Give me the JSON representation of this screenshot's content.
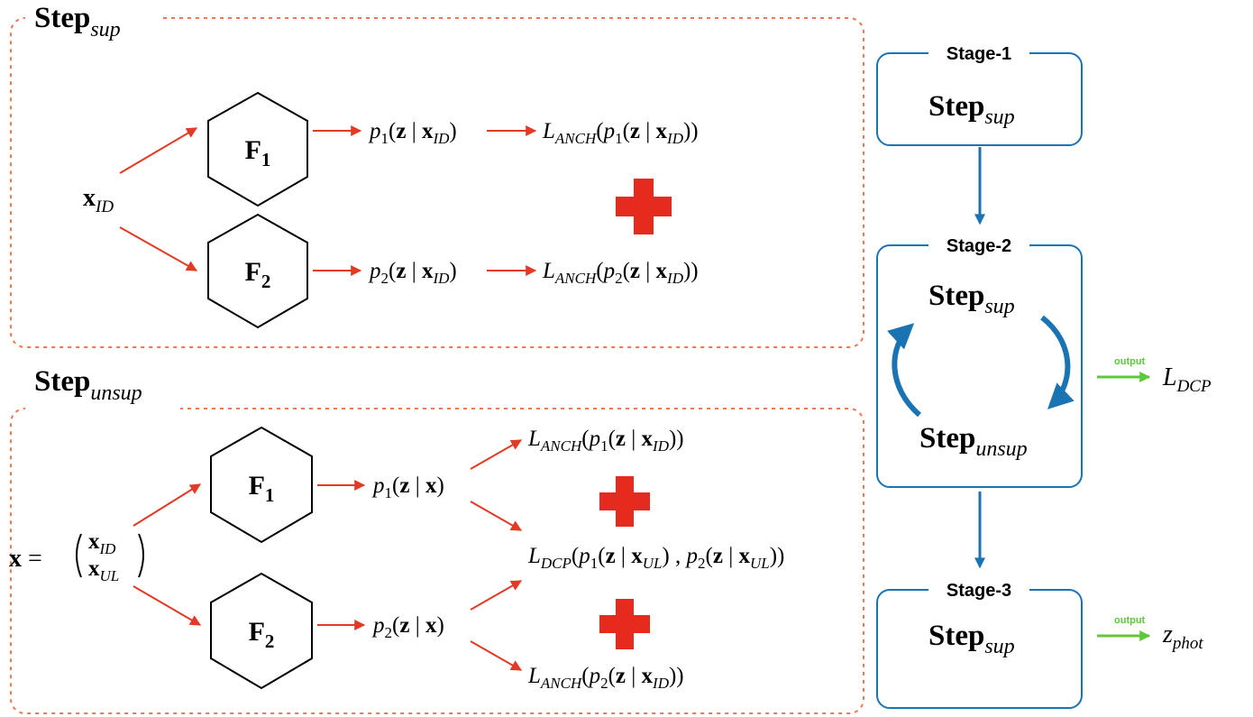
{
  "colors": {
    "red_arrow": "#e23a25",
    "red_plus": "#e62b1e",
    "dotted_border": "#f07856",
    "blue": "#1a73b3",
    "green": "#5cc83b",
    "black": "#000000"
  },
  "icons": {
    "network_node": "hexagon",
    "combine": "plus-sign",
    "flow": "arrow",
    "loop": "curved-arrows"
  },
  "step_sup": {
    "title_main": "Step",
    "title_sub": "sup",
    "input": {
      "base": "x",
      "sub": "ID"
    },
    "f1": {
      "base": "F",
      "sub": "1"
    },
    "f2": {
      "base": "F",
      "sub": "2"
    },
    "p1": {
      "p": "p",
      "ps": "1",
      "lhs": "(",
      "z": "z",
      "bar": " | ",
      "x": "x",
      "xs": "ID",
      "rhs": ")"
    },
    "p2": {
      "p": "p",
      "ps": "2",
      "lhs": "(",
      "z": "z",
      "bar": " | ",
      "x": "x",
      "xs": "ID",
      "rhs": ")"
    },
    "loss1": {
      "L": "L",
      "Ls": "ANCH",
      "open": "(",
      "p": "p",
      "ps": "1",
      "lhs": "(",
      "z": "z",
      "bar": " | ",
      "x": "x",
      "xs": "ID",
      "close": "))"
    },
    "loss2": {
      "L": "L",
      "Ls": "ANCH",
      "open": "(",
      "p": "p",
      "ps": "2",
      "lhs": "(",
      "z": "z",
      "bar": " | ",
      "x": "x",
      "xs": "ID",
      "close": "))"
    }
  },
  "step_unsup": {
    "title_main": "Step",
    "title_sub": "unsup",
    "input": {
      "x": "x",
      "eq": " = ",
      "top": "x",
      "top_sub": "ID",
      "bottom": "x",
      "bottom_sub": "UL"
    },
    "f1": {
      "base": "F",
      "sub": "1"
    },
    "f2": {
      "base": "F",
      "sub": "2"
    },
    "p1": {
      "p": "p",
      "ps": "1",
      "lhs": "(",
      "z": "z",
      "bar": " | ",
      "x": "x",
      "rhs": ")"
    },
    "p2": {
      "p": "p",
      "ps": "2",
      "lhs": "(",
      "z": "z",
      "bar": " | ",
      "x": "x",
      "rhs": ")"
    },
    "loss_anch1": {
      "L": "L",
      "Ls": "ANCH",
      "open": "(",
      "p": "p",
      "ps": "1",
      "lhs": "(",
      "z": "z",
      "bar": " | ",
      "x": "x",
      "xs": "ID",
      "close": "))"
    },
    "loss_dcp": {
      "L": "L",
      "Ls": "DCP",
      "open": "(",
      "p": "p",
      "ps": "1",
      "lhs": "(",
      "z": "z",
      "bar": " | ",
      "x": "x",
      "xs": "UL",
      "mid": ") , ",
      "p2": "p",
      "p2s": "2",
      "lhs2": "(",
      "z2": "z",
      "bar2": " | ",
      "x2": "x",
      "x2s": "UL",
      "close": "))"
    },
    "loss_anch2": {
      "L": "L",
      "Ls": "ANCH",
      "open": "(",
      "p": "p",
      "ps": "2",
      "lhs": "(",
      "z": "z",
      "bar": " | ",
      "x": "x",
      "xs": "ID",
      "close": "))"
    }
  },
  "stages": [
    {
      "label": "Stage-1",
      "step_main": "Step",
      "step_sub": "sup"
    },
    {
      "label": "Stage-2",
      "top_main": "Step",
      "top_sub": "sup",
      "bottom_main": "Step",
      "bottom_sub": "unsup"
    },
    {
      "label": "Stage-3",
      "step_main": "Step",
      "step_sub": "sup"
    }
  ],
  "outputs": [
    {
      "tag": "output",
      "base": "L",
      "sub": "DCP"
    },
    {
      "tag": "output",
      "base": "z",
      "sub": "phot"
    }
  ]
}
